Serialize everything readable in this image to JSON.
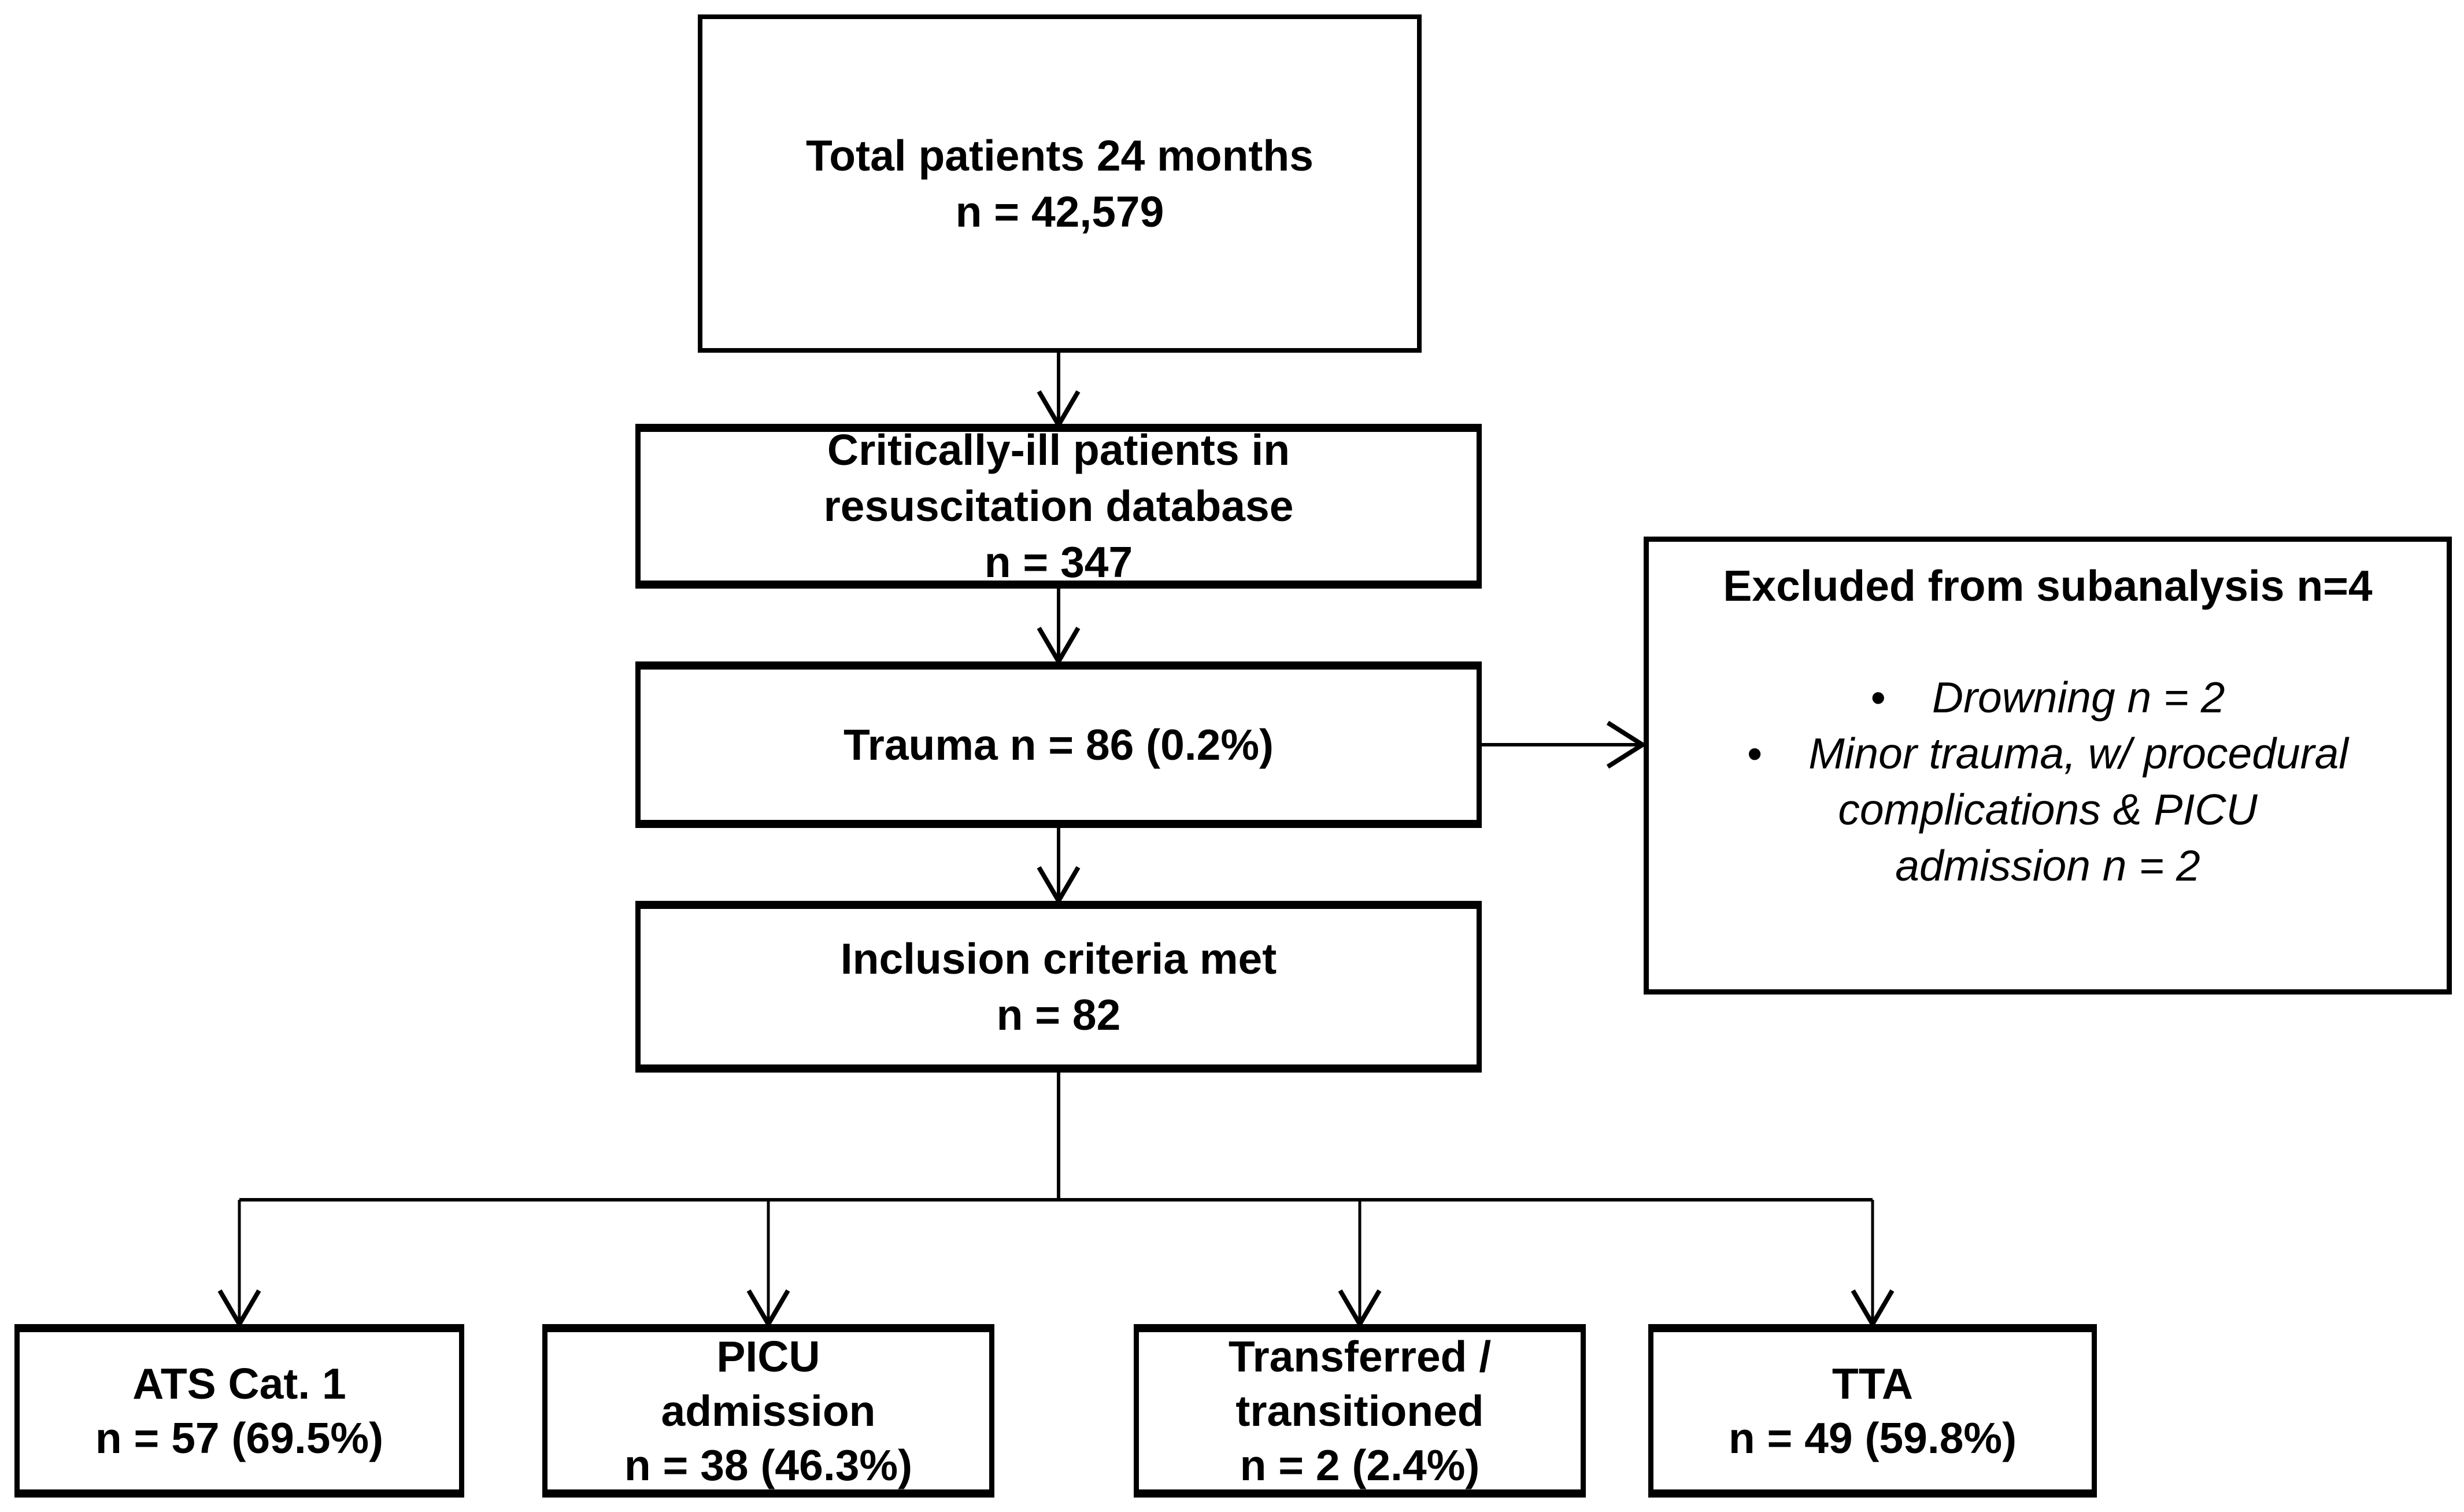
{
  "colors": {
    "ink": "#000000",
    "background": "#ffffff"
  },
  "flow": {
    "total": {
      "lines": [
        "Total patients 24 months",
        "n = 42,579"
      ]
    },
    "critically_ill": {
      "lines": [
        "Critically-ill patients in",
        "resuscitation database",
        "n = 347"
      ]
    },
    "trauma": {
      "lines": [
        "Trauma n = 86 (0.2%)"
      ]
    },
    "exclusion": {
      "title": "Excluded from subanalysis n=4",
      "bullet_glyph": "•",
      "bullets": [
        {
          "lines": [
            "Drowning n = 2"
          ]
        },
        {
          "lines": [
            "Minor trauma, w/ procedural",
            "complications & PICU",
            "admission n = 2"
          ]
        }
      ]
    },
    "inclusion": {
      "lines": [
        "Inclusion criteria met",
        "n = 82"
      ]
    },
    "outcomes": {
      "ats": {
        "lines": [
          "ATS Cat. 1",
          "n = 57 (69.5%)"
        ]
      },
      "picu": {
        "lines": [
          "PICU",
          "admission",
          "n = 38 (46.3%)"
        ]
      },
      "transferred": {
        "lines": [
          "Transferred /",
          "transitioned",
          "n = 2 (2.4%)"
        ]
      },
      "tta": {
        "lines": [
          "TTA",
          "n = 49 (59.8%)"
        ]
      }
    }
  }
}
